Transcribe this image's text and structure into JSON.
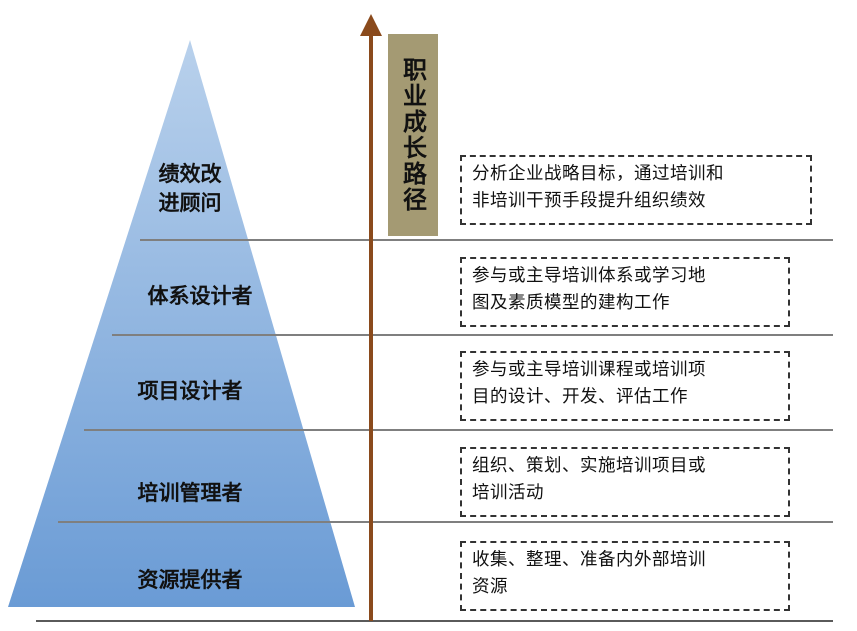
{
  "axis": {
    "title": "职业成长路径"
  },
  "levels": [
    {
      "label": "绩效改\n进顾问",
      "description": "分析企业战略目标，通过培训和\n非培训干预手段提升组织绩效"
    },
    {
      "label": "体系设计者",
      "description": "参与或主导培训体系或学习地\n图及素质模型的建构工作"
    },
    {
      "label": "项目设计者",
      "description": "参与或主导培训课程或培训项\n目的设计、开发、评估工作"
    },
    {
      "label": "培训管理者",
      "description": "组织、策划、实施培训项目或\n培训活动"
    },
    {
      "label": "资源提供者",
      "description": "收集、整理、准备内外部培训\n资源"
    }
  ],
  "colors": {
    "pyramid_top": "#b9d1ec",
    "pyramid_bottom": "#6a9bd5",
    "axis_arrow": "#8a4a1c",
    "axis_title_bg": "#a49a73",
    "divider": "#7f7f7f"
  }
}
